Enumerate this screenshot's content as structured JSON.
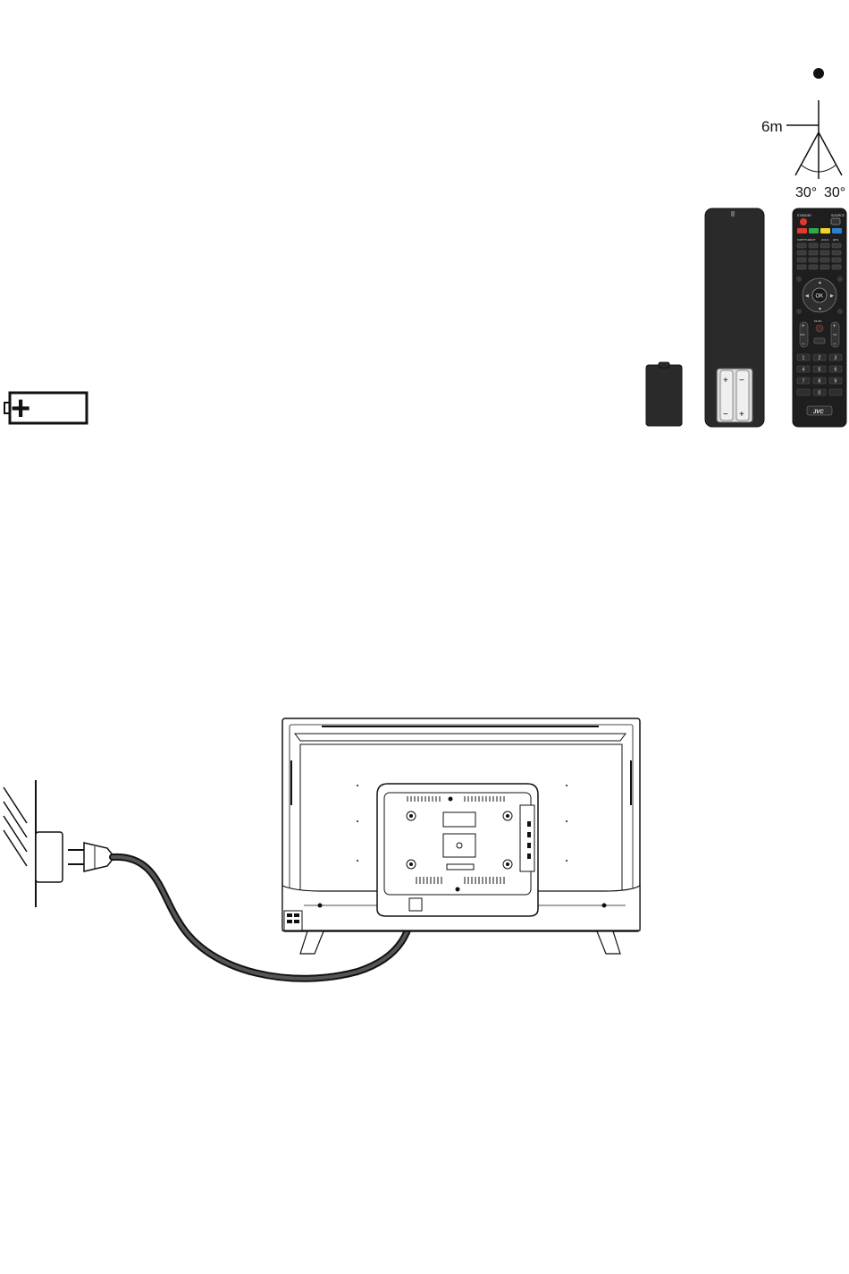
{
  "remote_range": {
    "distance": "6m",
    "angle_left": "30°",
    "angle_right": "30°"
  },
  "remote": {
    "brand": "JVC",
    "top_labels": [
      "STANDBY",
      "SOURCE"
    ],
    "row_labels": [
      "SUBTITLE",
      "TEXT",
      "HOLD",
      "EPG"
    ],
    "ok_label": "OK",
    "vol_label": "VOL",
    "ch_label": "CH",
    "mute_label": "MUTE",
    "numbers": [
      "1",
      "2",
      "3",
      "4",
      "5",
      "6",
      "7",
      "8",
      "9",
      "0"
    ],
    "color_keys": [
      "#e03a2f",
      "#2fa84f",
      "#f2d22e",
      "#2f7fd1"
    ]
  },
  "battery_icon": {
    "symbol": "+"
  }
}
